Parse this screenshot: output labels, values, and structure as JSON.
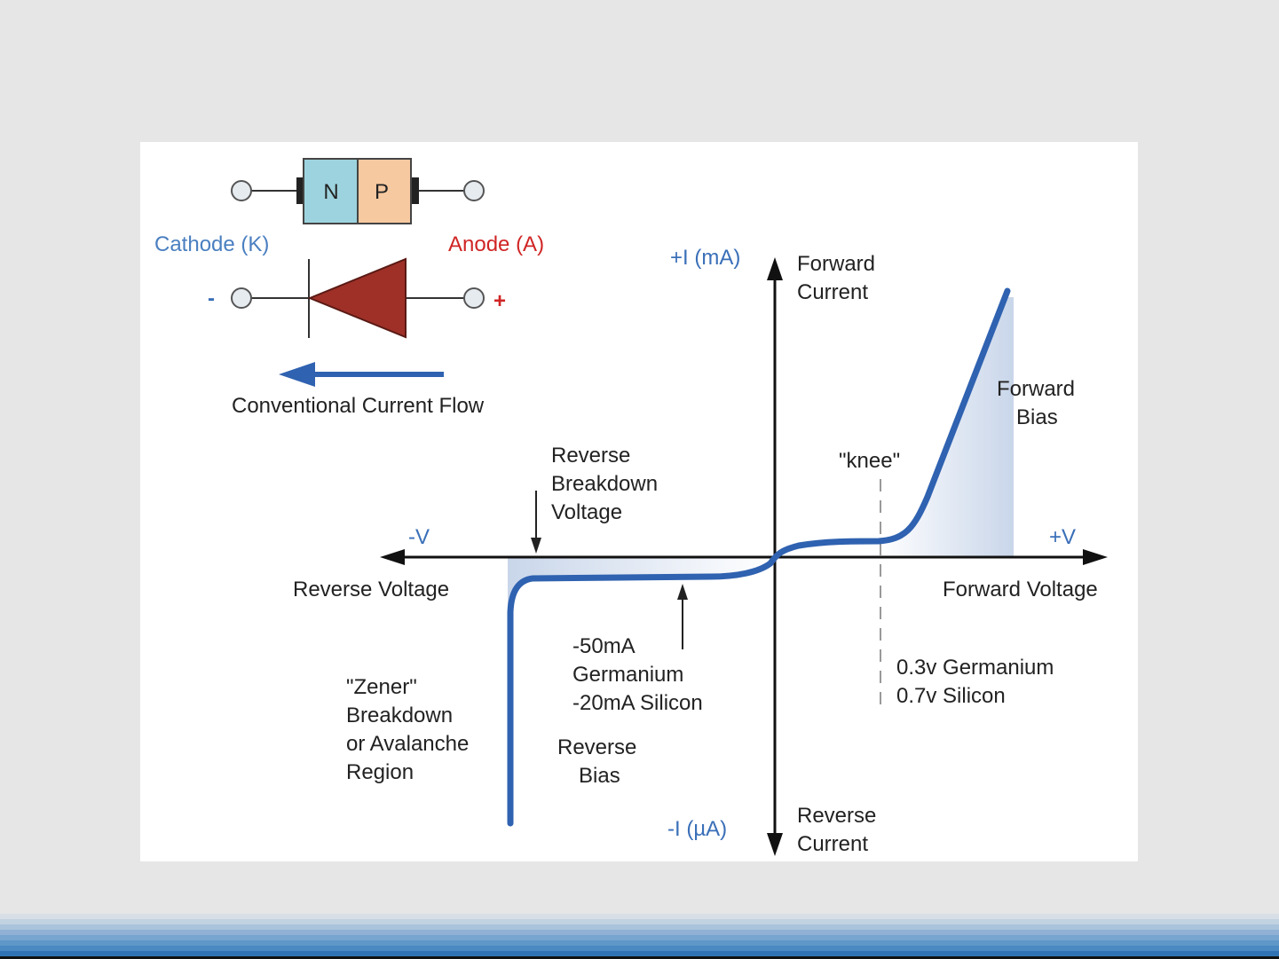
{
  "diode": {
    "n_label": "N",
    "p_label": "P",
    "cathode_label": "Cathode (K)",
    "anode_label": "Anode (A)",
    "minus_sign": "-",
    "plus_sign": "+",
    "current_flow_label": "Conventional Current Flow"
  },
  "axes": {
    "y_pos_label": "+I (mA)",
    "y_pos_desc": [
      "Forward",
      "Current"
    ],
    "y_neg_label": "-I (µA)",
    "y_neg_desc": [
      "Reverse",
      "Current"
    ],
    "x_pos_label": "+V",
    "x_pos_desc": "Forward Voltage",
    "x_neg_label": "-V",
    "x_neg_desc": "Reverse Voltage"
  },
  "annotations": {
    "forward_bias": [
      "Forward",
      "Bias"
    ],
    "knee": "\"knee\"",
    "breakdown": [
      "Reverse",
      "Breakdown",
      "Voltage"
    ],
    "leakage": [
      "-50mA",
      "Germanium",
      "-20mA Silicon"
    ],
    "reverse_bias": [
      "Reverse",
      "Bias"
    ],
    "zener": [
      "\"Zener\"",
      "Breakdown",
      "or Avalanche",
      "Region"
    ],
    "threshold": [
      "0.3v Germanium",
      "0.7v Silicon"
    ]
  },
  "colors": {
    "curve": "#2f62b0",
    "n_region": "#9dd3de",
    "p_region": "#f7c9a0",
    "diode_symbol": "#9e3028",
    "cathode": "#4a7fc0",
    "anode": "#d02525"
  }
}
